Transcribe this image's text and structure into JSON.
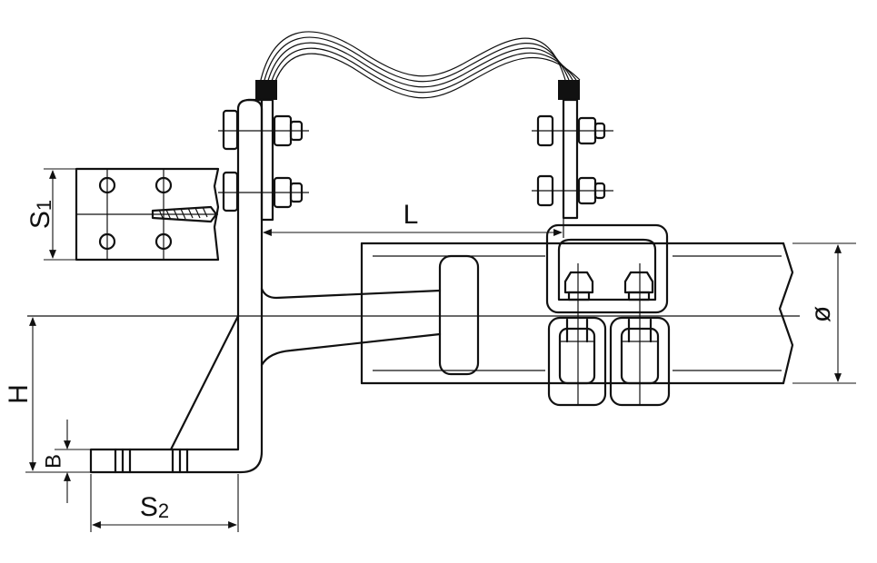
{
  "diagram": {
    "labels": {
      "S1": {
        "main": "S",
        "sub": "1"
      },
      "S2": {
        "main": "S",
        "sub": "2"
      },
      "L": "L",
      "H": "H",
      "B": "B",
      "diameter": "ø"
    },
    "colors": {
      "line": "#111111",
      "background": "#ffffff"
    }
  }
}
